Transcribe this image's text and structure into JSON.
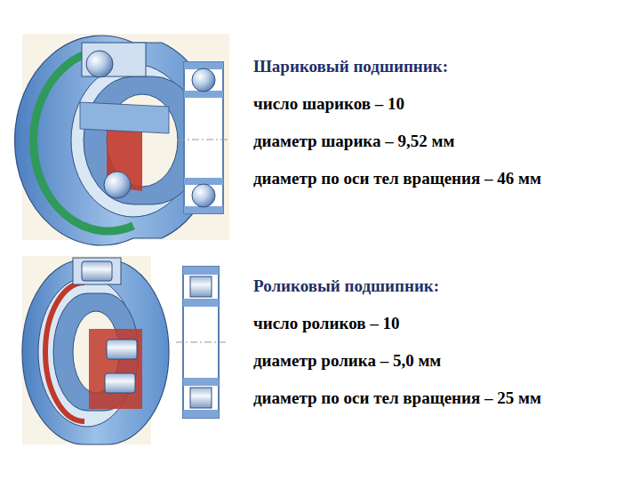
{
  "diagram": {
    "labels": [
      "Шариковый подшипник:",
      "число шариков – 10",
      "диаметр шарика – 9,52 мм",
      "диаметр по оси тел вращения – 46 мм",
      "Роликовый подшипник:",
      "число роликов – 10",
      "диаметр ролика – 5,0 мм",
      "диаметр по оси тел вращения – 25 мм"
    ]
  }
}
